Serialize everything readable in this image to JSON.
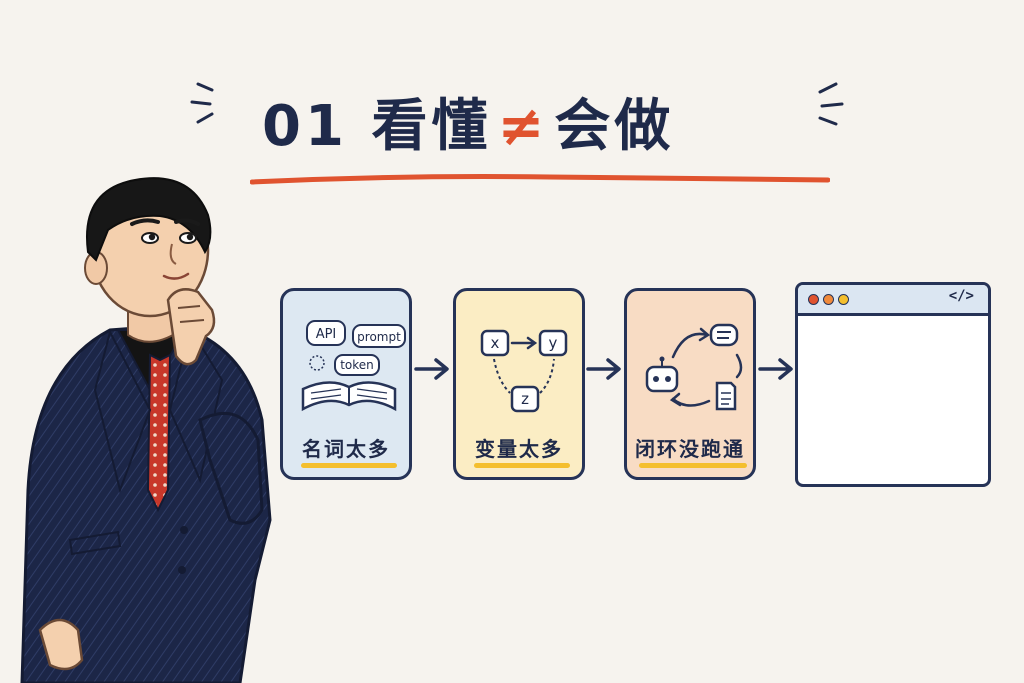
{
  "title": {
    "number": "01",
    "left": "看懂",
    "symbol": "≠",
    "right": "会做"
  },
  "bubbles": [
    "API",
    "prompt",
    "token"
  ],
  "variables": [
    "x",
    "y",
    "z"
  ],
  "steps": [
    {
      "label": "名词太多"
    },
    {
      "label": "变量太多"
    },
    {
      "label": "闭环没跑通"
    }
  ],
  "browser": {
    "code_glyph": "</>"
  },
  "colors": {
    "ink": "#1f2a4a",
    "accent_red": "#e0532f",
    "highlight_yellow": "#f4bf2e",
    "card_blue": "#dde8f2",
    "card_yellow": "#fbedc4",
    "card_peach": "#f8dcc4"
  }
}
